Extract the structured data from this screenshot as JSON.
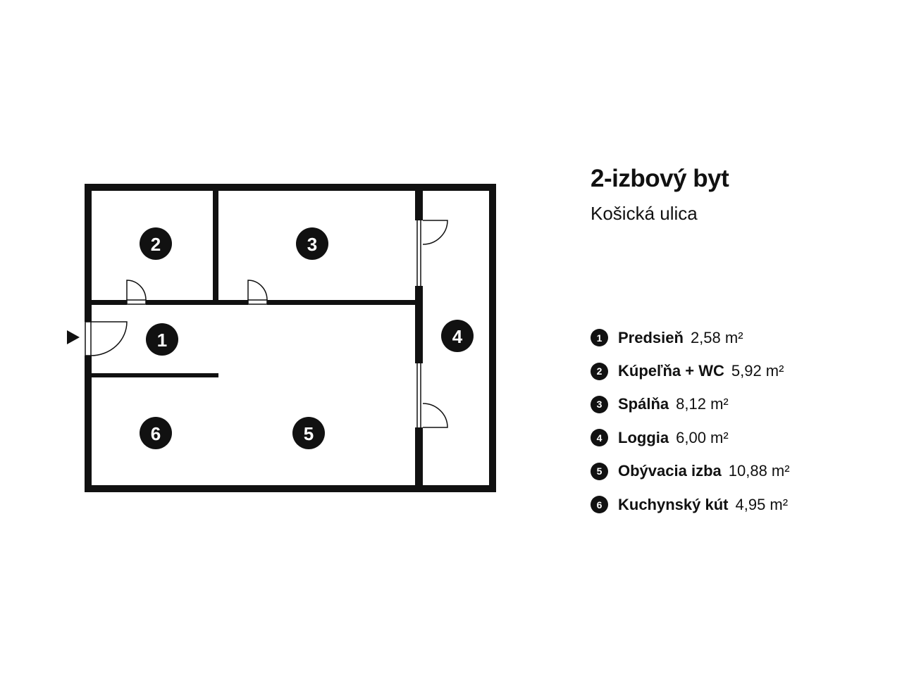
{
  "header": {
    "title": "2-izbový byt",
    "subtitle": "Košická ulica"
  },
  "rooms": [
    {
      "number": "1",
      "name": "Predsieň",
      "area": "2,58 m²"
    },
    {
      "number": "2",
      "name": "Kúpeľňa + WC",
      "area": "5,92 m²"
    },
    {
      "number": "3",
      "name": "Spálňa",
      "area": "8,12 m²"
    },
    {
      "number": "4",
      "name": "Loggia",
      "area": "6,00 m²"
    },
    {
      "number": "5",
      "name": "Obývacia izba",
      "area": "10,88 m²"
    },
    {
      "number": "6",
      "name": "Kuchynský kút",
      "area": "4,95 m²"
    }
  ],
  "colors": {
    "wall": "#111111",
    "background": "#ffffff",
    "badge_text": "#ffffff"
  },
  "icons": {
    "entrance": "entrance-arrow-icon",
    "door": "door-swing-icon",
    "window": "window-icon"
  }
}
